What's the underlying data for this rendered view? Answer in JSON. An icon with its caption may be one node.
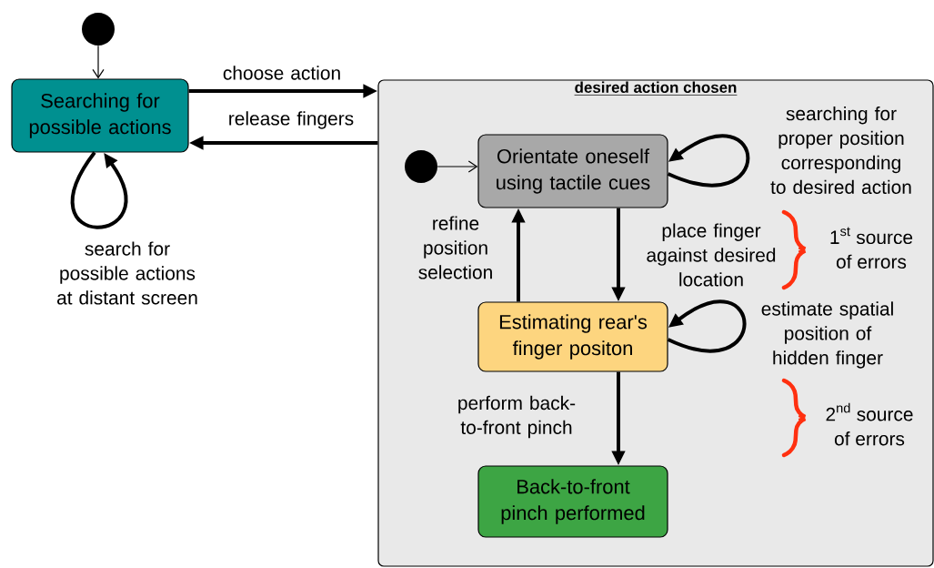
{
  "diagram": {
    "nodes": [
      {
        "text": [],
        "shape": "circle"
      },
      {
        "text": [
          "Searching for possible actions"
        ]
      },
      {
        "text": [
          "desired action chosen"
        ]
      },
      {
        "text": [],
        "shape": "circle",
        "in": 2
      },
      {
        "text": [
          "Orientate oneself using tactile cues"
        ],
        "in": 2
      },
      {
        "text": [
          "Estimating rear's finger positon"
        ],
        "in": 2
      },
      {
        "text": [
          "Back-to-front pinch performed"
        ],
        "in": 2
      }
    ],
    "edges": [
      {
        "from": 0,
        "to": 1,
        "arrow": "to"
      },
      {
        "from": 1,
        "to": 2,
        "arrow": "to",
        "label": "choose action"
      },
      {
        "from": 2,
        "to": 1,
        "arrow": "to",
        "label": "release fingers"
      },
      {
        "from": 1,
        "to": 1,
        "arrow": "to",
        "label": "search for possible actions at distant screen"
      },
      {
        "from": 3,
        "to": 4,
        "arrow": "to"
      },
      {
        "from": 4,
        "to": 4,
        "arrow": "to",
        "label": "searching for proper position corresponding to desired action"
      },
      {
        "from": 4,
        "to": 5,
        "arrow": "to",
        "label": "place finger against desired location"
      },
      {
        "from": 5,
        "to": 4,
        "arrow": "to",
        "label": "refine position selection"
      },
      {
        "from": 5,
        "to": 5,
        "arrow": "to",
        "label": "estimate spatial position of hidden finger"
      },
      {
        "from": 5,
        "to": 6,
        "arrow": "to",
        "label": "perform back-to-front pinch"
      }
    ],
    "labels": [
      "\\begin{array}{c}\\text{1}^{\\text{st}}\\text{ source}\\\\ \\text{of errors}\\end{array}",
      "\\begin{array}{c}\\text{2}^{\\text{nd}}\\text{ source}\\\\ \\text{of errors}\\end{array}"
    ]
  }
}
